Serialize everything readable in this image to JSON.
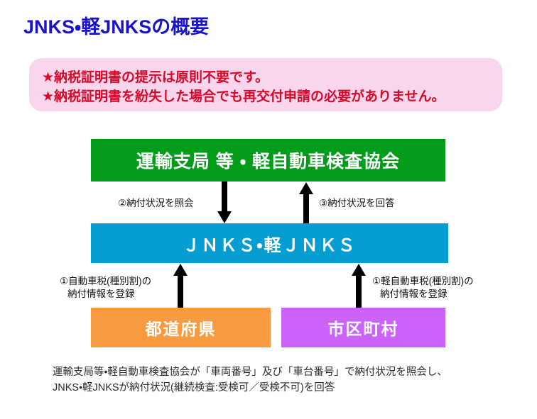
{
  "slide": {
    "title": "JNKS・軽JNKSの概要",
    "title_color": "#1a14c8",
    "background_color": "#ffffff"
  },
  "notice": {
    "background_color": "#fad6ec",
    "text_color": "#d40a2b",
    "lines": [
      "★納税証明書の提示は原則不要です。",
      "★納税証明書を紛失した場合でも再交付申請の必要がありません。"
    ]
  },
  "diagram": {
    "boxes": [
      {
        "id": "transport-bureau",
        "label": "運輸支局 等 ・ 軽自動車検査協会",
        "color": "#039c1b",
        "text_color": "#ffffff"
      },
      {
        "id": "jnks-system",
        "label": "ＪＮＫＳ・軽ＪＮＫＳ",
        "color": "#059dd2",
        "text_color": "#ffffff"
      },
      {
        "id": "prefecture",
        "label": "都道府県",
        "color": "#f89a40",
        "text_color": "#ffffff"
      },
      {
        "id": "municipality",
        "label": "市区町村",
        "color": "#cb63fb",
        "text_color": "#ffffff"
      }
    ],
    "arrows": [
      {
        "id": "inquiry",
        "direction": "down",
        "label_line1": "②納付状況を照会",
        "label_line2": "",
        "color": "#000000"
      },
      {
        "id": "answer",
        "direction": "up",
        "label_line1": "③納付状況を回答",
        "label_line2": "",
        "color": "#000000"
      },
      {
        "id": "prefecture-register",
        "direction": "up",
        "label_line1": "①自動車税(種別割)の",
        "label_line2": "納付情報を登録",
        "color": "#000000"
      },
      {
        "id": "municipality-register",
        "direction": "up",
        "label_line1": "①軽自動車税(種別割)の",
        "label_line2": "納付情報を登録",
        "color": "#000000"
      }
    ]
  },
  "caption": {
    "line1": "運輸支局等・軽自動車検査協会が「車両番号」及び「車台番号」で納付状況を照会し、",
    "line2": "JNKS・軽JNKSが納付状況(継続検査:受検可／受検不可)を回答"
  }
}
